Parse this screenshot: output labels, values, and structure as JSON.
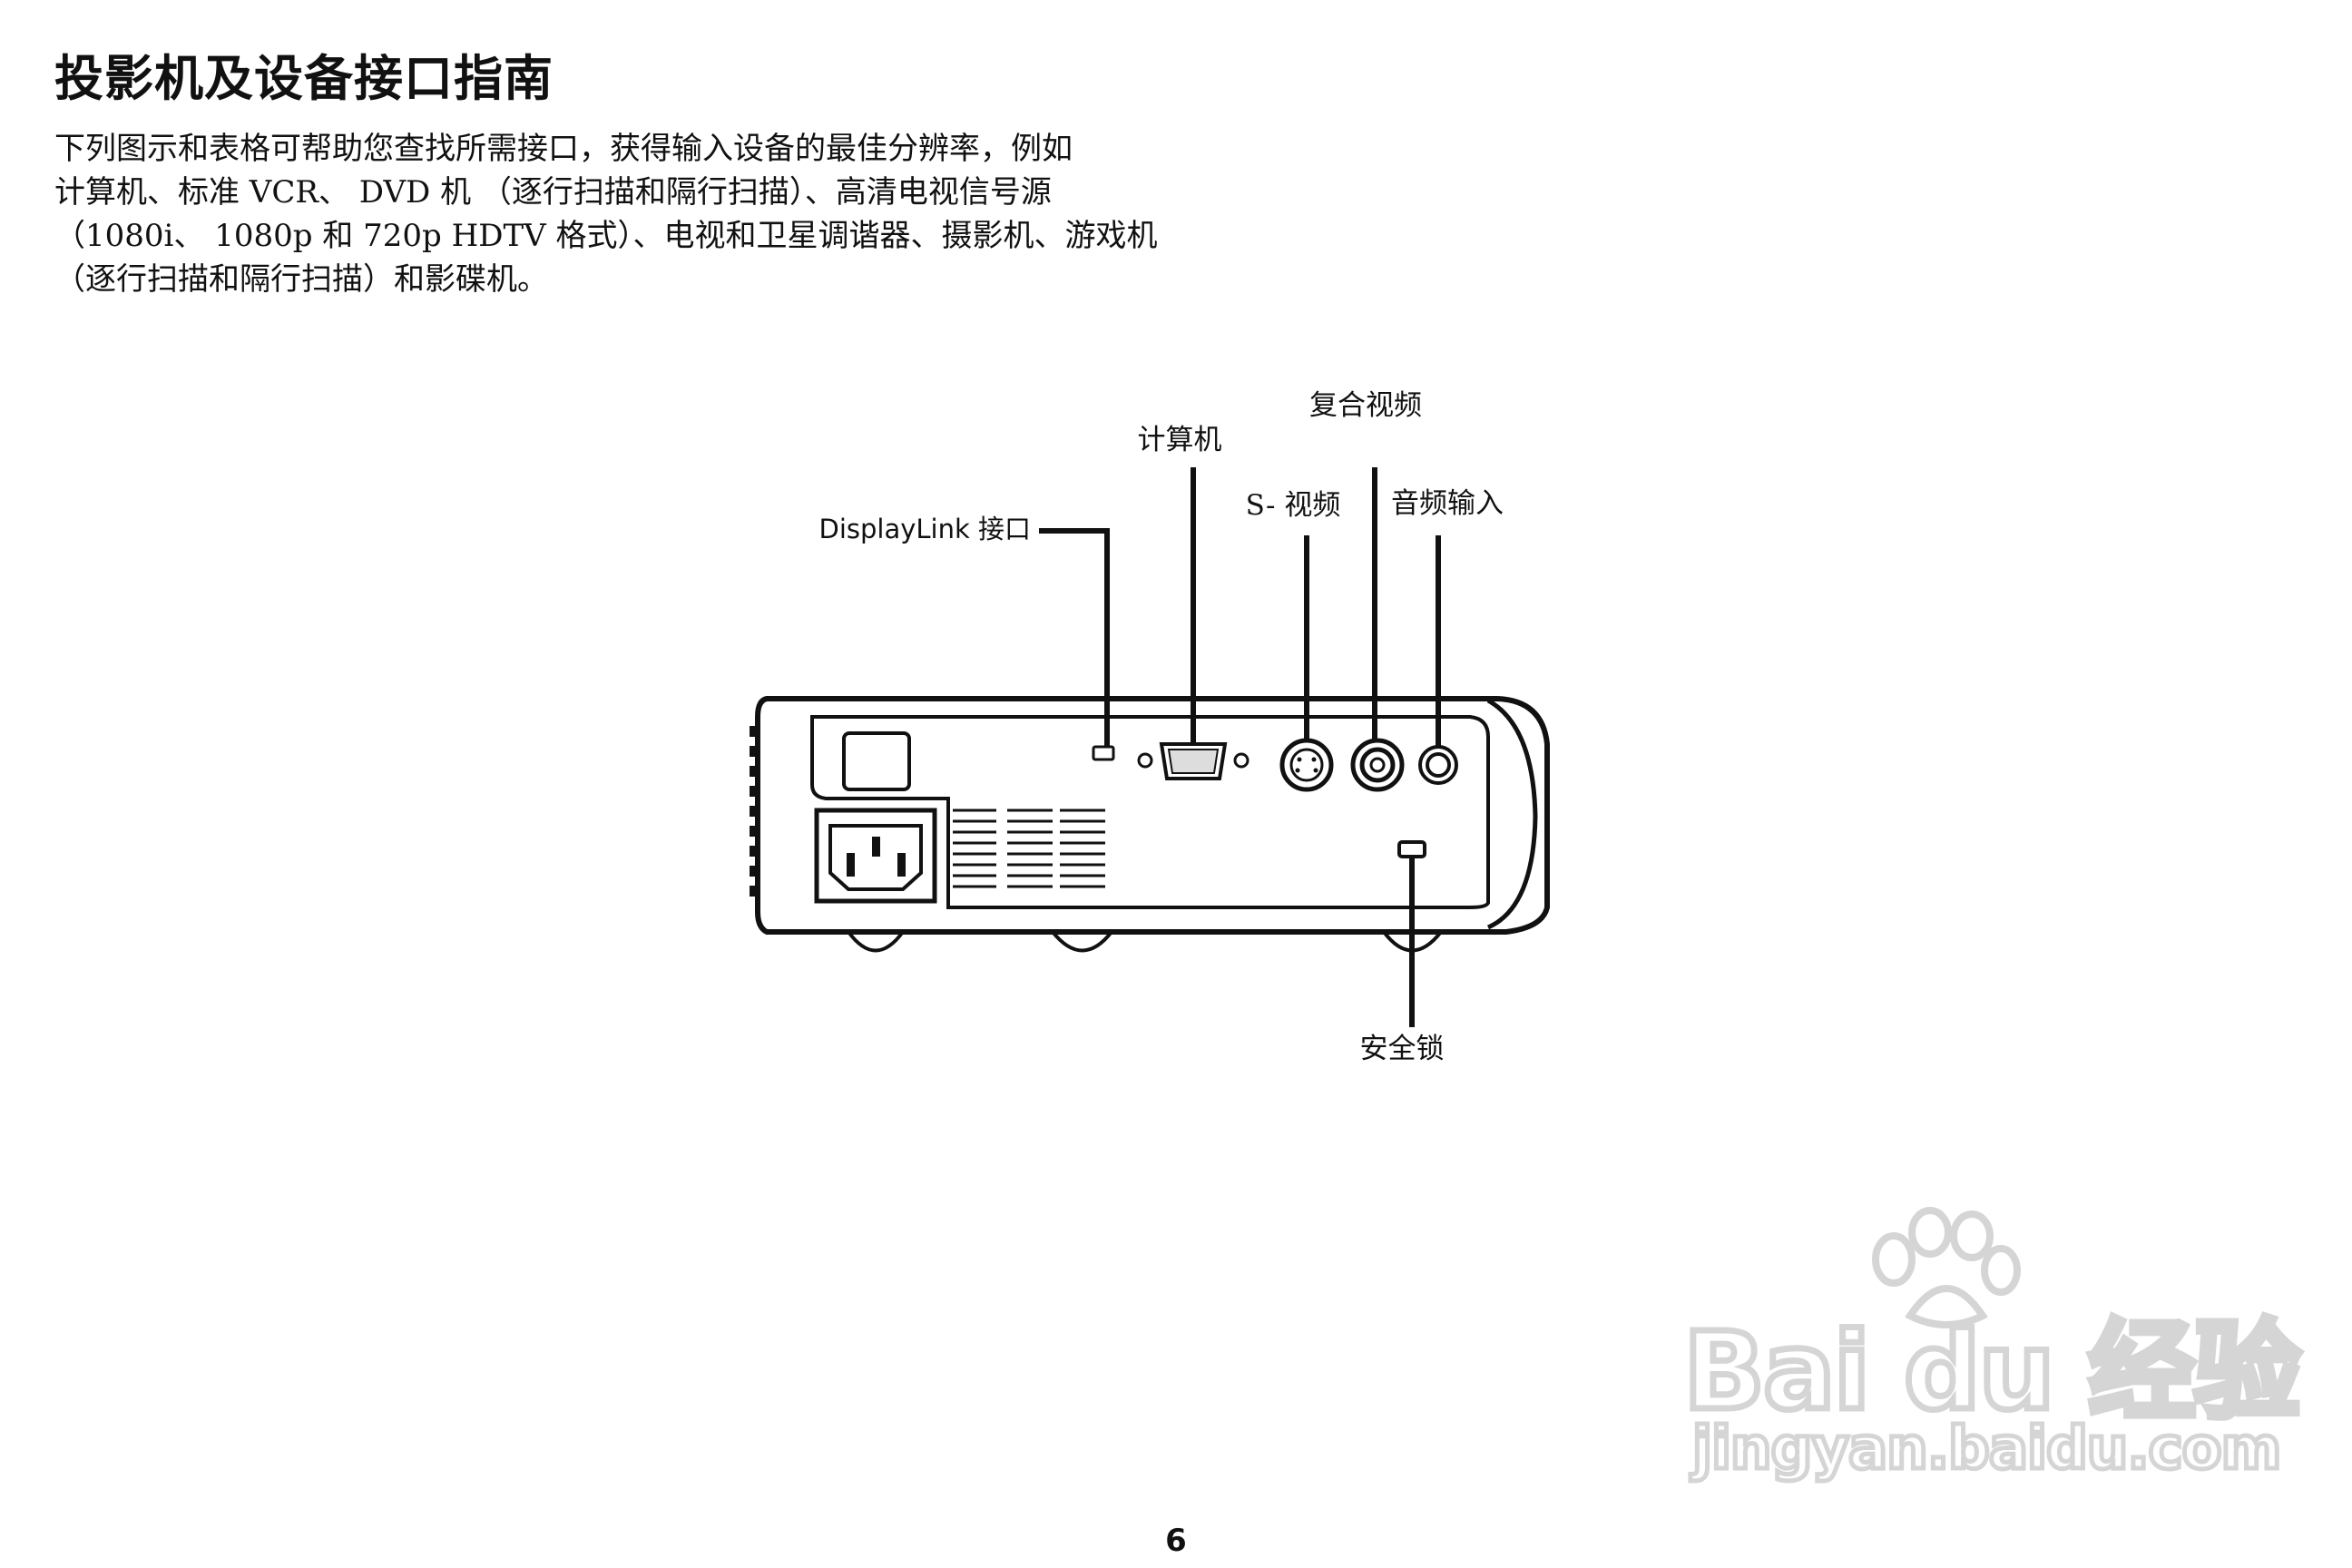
{
  "page": {
    "title": "投影机及设备接口指南",
    "intro_lines": [
      "下列图示和表格可帮助您查找所需接口，获得输入设备的最佳分辨率，例如",
      "计算机、标准 VCR、 DVD 机 （逐行扫描和隔行扫描）、高清电视信号源",
      "（1080i、 1080p 和 720p HDTV 格式）、电视和卫星调谐器、摄影机、游戏机",
      "（逐行扫描和隔行扫描）和影碟机。"
    ],
    "page_number": "6"
  },
  "diagram": {
    "labels": {
      "displaylink": "DisplayLink 接口",
      "computer": "计算机",
      "svideo": "S- 视频",
      "composite": "复合视频",
      "audio_in": "音频输入",
      "security_lock": "安全锁"
    }
  },
  "watermark": {
    "brand": "Bai du 经验",
    "url": "jingyan.baidu.com"
  }
}
